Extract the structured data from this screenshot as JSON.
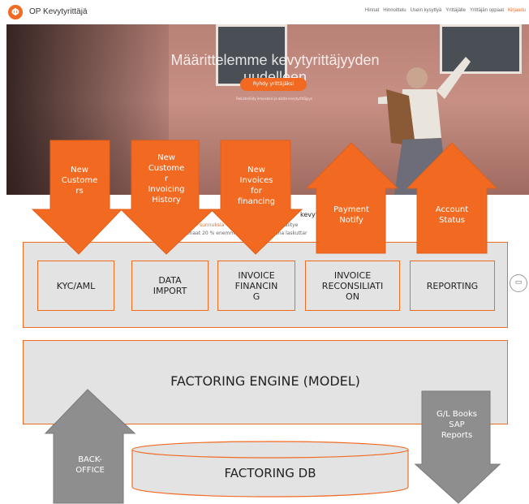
{
  "site": {
    "brand": "OP Kevytyrittäjä",
    "logo_glyph": "Φ",
    "nav": [
      "Hinnat",
      "Hinnoittelu",
      "Usein kysyttyä",
      "Yrittäjälle",
      "Yrittäjän oppaat",
      "Kirjaudu"
    ],
    "hero_title": "Määrittelemme kevytyrittäjyyden uudelleen",
    "hero_button": "Ryhdy yrittäjäksi",
    "hero_sub": "Rekisteröidy ilmaiseksi ja aloita kevytyrittäjyys",
    "mid_text_1": "kevyt",
    "mid_text_2": "sunnuksia",
    "mid_text_3": "lun välitye",
    "mid_text_4": "enaat 20 % enemm",
    "mid_text_5": "aajana laskuttar",
    "chat_glyph": "▭",
    "colors": {
      "accent": "#f26a21",
      "panel": "#e3e3e3",
      "gray_arrow": "#8e8e8e"
    }
  },
  "diagram": {
    "inbound_arrows": [
      {
        "label": "New\nCustome\nrs"
      },
      {
        "label": "New\nCustome\nr\nInvoicing\nHistory"
      },
      {
        "label": "New\nInvoices\nfor\nfinancing"
      }
    ],
    "outbound_arrows": [
      {
        "label": "Payment\nNotify"
      },
      {
        "label": "Account\nStatus"
      }
    ],
    "modules": [
      {
        "label": "KYC/AML"
      },
      {
        "label": "DATA\nIMPORT"
      },
      {
        "label": "INVOICE\nFINANCIN\nG"
      },
      {
        "label": "INVOICE\nRECONSILIATI\nON"
      },
      {
        "label": "REPORTING"
      }
    ],
    "engine": "FACTORING ENGINE (MODEL)",
    "db": "FACTORING DB",
    "back_office": "BACK-\nOFFICE",
    "gl_books": "G/L Books\nSAP\nReports"
  }
}
